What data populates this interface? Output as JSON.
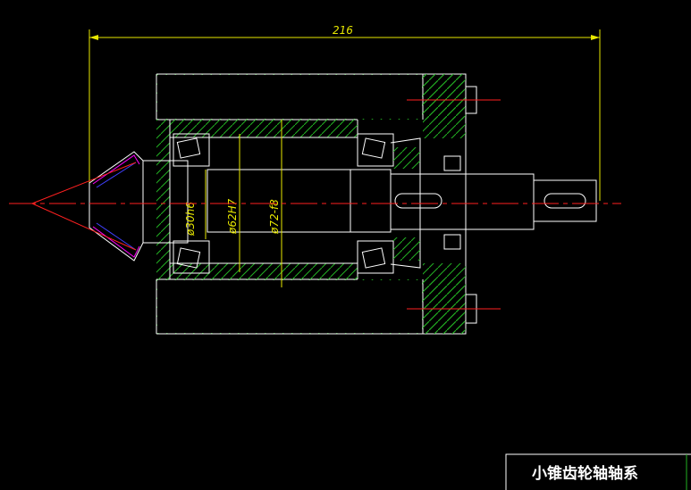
{
  "drawing": {
    "overall_dimension": "216",
    "bore_dimension": "ø30h6",
    "housing_dimension": "ø62H7",
    "sleeve_dimension": "ø72-f8",
    "title": "小锥齿轮轴轴系"
  },
  "colors": {
    "background": "#000000",
    "outline": "#ffffff",
    "dimension": "#e8e800",
    "centerline": "#ff2020",
    "hatch": "#22b022",
    "gear": "#ff00ff"
  }
}
